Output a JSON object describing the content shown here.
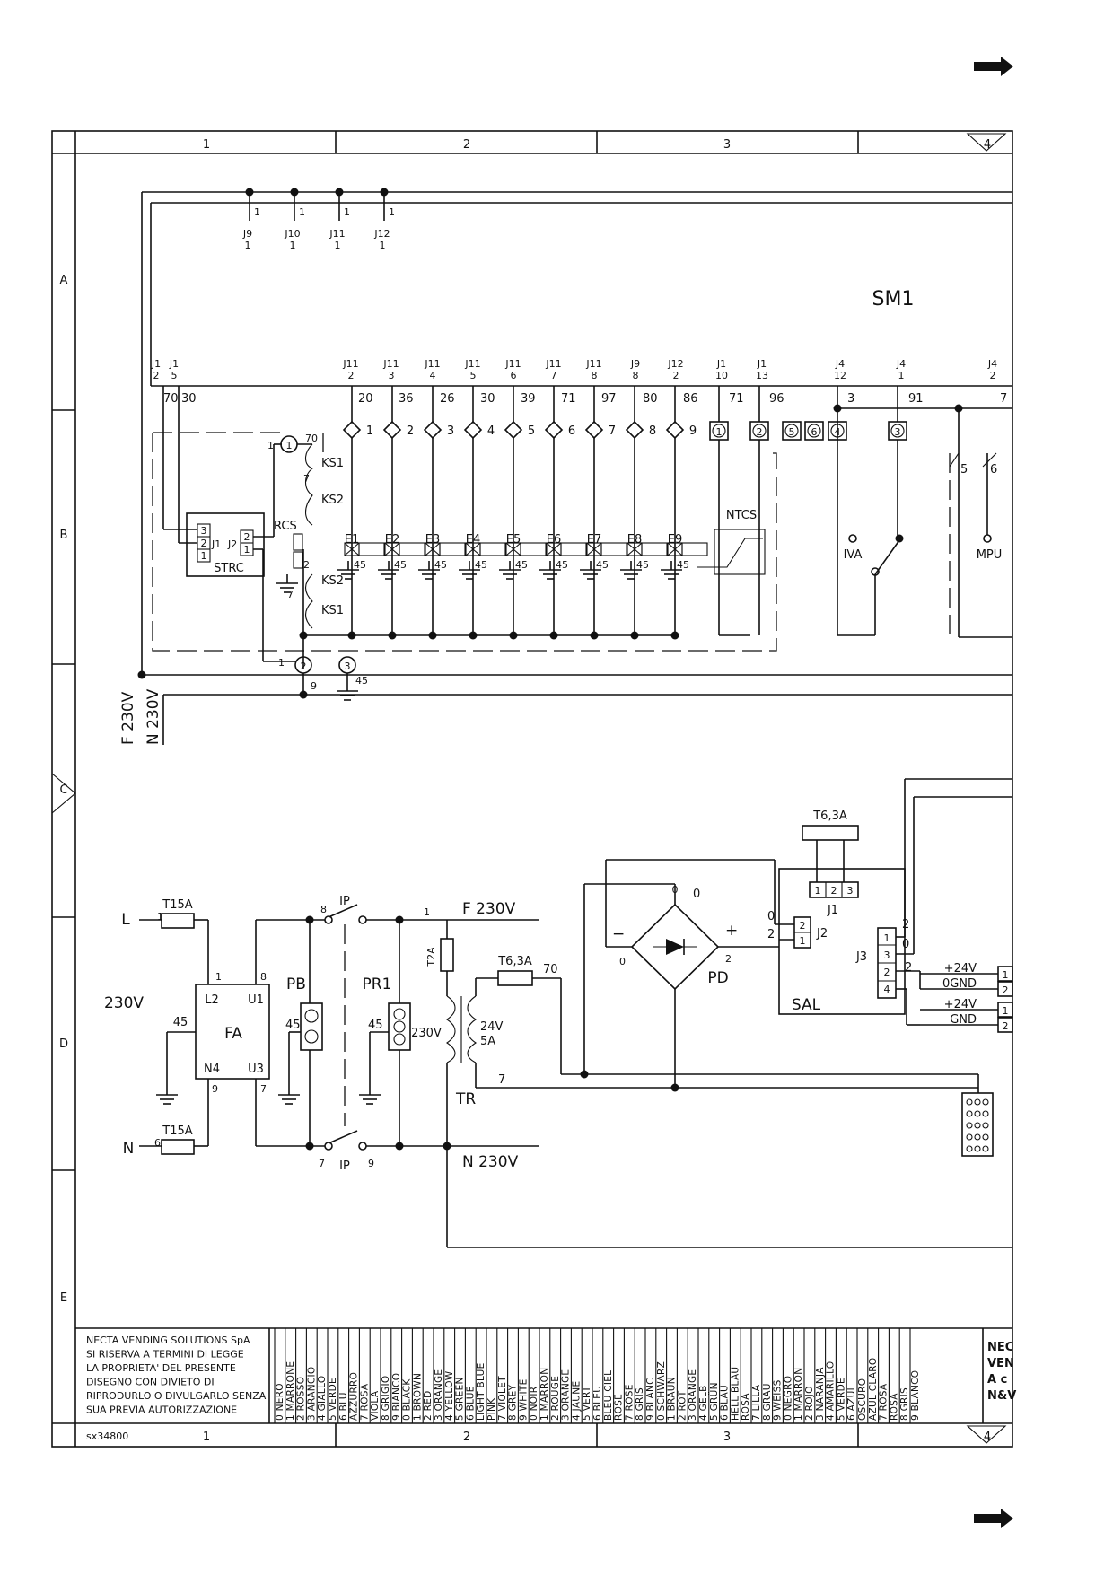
{
  "frame": {
    "columns": [
      "1",
      "2",
      "3",
      "4"
    ],
    "rows": [
      "A",
      "B",
      "C",
      "D",
      "E"
    ],
    "drawing_number": "sx34800"
  },
  "board_upper": {
    "name": "SM1",
    "top_connectors": [
      {
        "name": "J9",
        "pin_top": "1",
        "pin_bottom": "1"
      },
      {
        "name": "J10",
        "pin_top": "1",
        "pin_bottom": "1"
      },
      {
        "name": "J11",
        "pin_top": "1",
        "pin_bottom": "1"
      },
      {
        "name": "J12",
        "pin_top": "1",
        "pin_bottom": "1"
      }
    ],
    "bottom_connectors": [
      {
        "name": "J1",
        "pin": "2",
        "wire": "70"
      },
      {
        "name": "J1",
        "pin": "5",
        "wire": "30"
      },
      {
        "name": "J11",
        "pin": "2",
        "wire": "20"
      },
      {
        "name": "J11",
        "pin": "3",
        "wire": "36"
      },
      {
        "name": "J11",
        "pin": "4",
        "wire": "26"
      },
      {
        "name": "J11",
        "pin": "5",
        "wire": "30"
      },
      {
        "name": "J11",
        "pin": "6",
        "wire": "39"
      },
      {
        "name": "J11",
        "pin": "7",
        "wire": "71"
      },
      {
        "name": "J11",
        "pin": "8",
        "wire": "97"
      },
      {
        "name": "J9",
        "pin": "8",
        "wire": "80"
      },
      {
        "name": "J12",
        "pin": "2",
        "wire": "86"
      },
      {
        "name": "J1",
        "pin": "10",
        "wire": "71"
      },
      {
        "name": "J1",
        "pin": "13",
        "wire": "96"
      },
      {
        "name": "J4",
        "pin": "12",
        "wire": "3"
      },
      {
        "name": "J4",
        "pin": "1",
        "wire": "91"
      },
      {
        "name": "J4",
        "pin": "2",
        "wire": "7"
      }
    ],
    "terminal_numbers": [
      "1",
      "2",
      "3",
      "4",
      "5",
      "6",
      "7",
      "8",
      "9"
    ],
    "square_terminals": [
      "1",
      "2",
      "5",
      "6",
      "4",
      "3"
    ],
    "valves": [
      {
        "name": "E1",
        "ground": "45"
      },
      {
        "name": "E2",
        "ground": "45"
      },
      {
        "name": "E3",
        "ground": "45"
      },
      {
        "name": "E4",
        "ground": "45"
      },
      {
        "name": "E5",
        "ground": "45"
      },
      {
        "name": "E6",
        "ground": "45"
      },
      {
        "name": "E7",
        "ground": "45"
      },
      {
        "name": "E8",
        "ground": "45"
      },
      {
        "name": "E9",
        "ground": "45"
      }
    ],
    "labels": {
      "ks1": "KS1",
      "ks2": "KS2",
      "ks2b": "KS2",
      "ks1b": "KS1",
      "rcs": "RCS",
      "strc": "STRC",
      "j1": "J1",
      "j2": "J2",
      "ntcs": "NTCS",
      "iva": "IVA",
      "mpu": "MPU",
      "switch_a": "5",
      "switch_b": "6",
      "rcs_pin_top": "1",
      "rcs_wire_top": "70",
      "ks_pin_7a": "7",
      "ks_pin_7b": "7",
      "ks_pin_2": "2",
      "bottom_term_1": "1",
      "bottom_term_2": "2",
      "bottom_term_3": "3",
      "bottom_wire_9": "9",
      "bottom_wire_45": "45",
      "strc_pins": [
        "3",
        "2",
        "1"
      ],
      "j2_pins": [
        "2",
        "1"
      ]
    },
    "supply_f": "F 230V",
    "supply_n": "N 230V"
  },
  "power": {
    "line_l": "L",
    "line_n": "N",
    "l_pin": "1",
    "n_pin": "6",
    "fuse_l": "T15A",
    "fuse_n": "T15A",
    "mains": "230V",
    "filter": {
      "name": "FA",
      "l2": "L2",
      "u1": "U1",
      "n4": "N4",
      "u3": "U3",
      "pin1": "1",
      "pin8": "8",
      "pin9": "9",
      "pin7": "7",
      "ground": "45"
    },
    "pb": "PB",
    "pb_ground": "45",
    "ip_top": "IP",
    "ip_bottom": "IP",
    "ip_pins": {
      "top_left": "8",
      "top_right": "1",
      "bottom_left": "7",
      "bottom_right": "9"
    },
    "pr1": "PR1",
    "pr1_ground": "45",
    "f230": "F 230V",
    "n230": "N 230V",
    "t2a": "T2A",
    "t63a_tr": "T6,3A",
    "tr": "TR",
    "tr_primary": "230V",
    "tr_secondary": "24V",
    "tr_current": "5A",
    "wire_70": "70",
    "wire_7": "7",
    "pd": "PD",
    "pd_pins": {
      "zero": "0",
      "two": "2",
      "minus": "−",
      "plus": "+"
    },
    "sal": "SAL",
    "t63a_sal": "T6,3A",
    "sal_j1": "J1",
    "sal_j1_pins": [
      "1",
      "2",
      "3"
    ],
    "sal_j2": "J2",
    "sal_j2_pins": [
      "2",
      "1"
    ],
    "sal_j2_wires": [
      "0",
      "2"
    ],
    "sal_j3": "J3",
    "sal_j3_pins": [
      "1",
      "3",
      "2",
      "4"
    ],
    "sal_j3_wires": [
      "2",
      "0",
      "2"
    ],
    "outputs": [
      {
        "label": "+24V",
        "pin": "1"
      },
      {
        "label": "GND",
        "pin": "2",
        "wire": "0"
      },
      {
        "label": "+24V",
        "pin": "1"
      },
      {
        "label": "GND",
        "pin": "2"
      }
    ]
  },
  "title_block": {
    "notice": [
      "NECTA VENDING SOLUTIONS SpA",
      "SI RISERVA A TERMINI DI LEGGE",
      "LA PROPRIETA' DEL PRESENTE",
      "DISEGNO CON DIVIETO DI",
      "RIPRODURLO O DIVULGARLO SENZA",
      "SUA PREVIA AUTORIZZAZIONE"
    ],
    "company_partial": [
      "NEC",
      "VEN",
      "A c",
      "N&V"
    ],
    "color_legend": [
      [
        "0 NERO",
        "1 MARRONE",
        "2 ROSSO",
        "3 ARANCIO",
        "4 GIALLO",
        "5 VERDE",
        "6 BLU",
        "AZZURRO",
        "7 ROSA",
        "VIOLA",
        "8 GRIGIO",
        "9 BIANCO"
      ],
      [
        "0 BLACK",
        "1 BROWN",
        "2 RED",
        "3 ORANGE",
        "4 YELLOW",
        "5 GREEN",
        "6 BLUE",
        "LIGHT BLUE",
        "PINK",
        "7 VIOLET",
        "8 GREY",
        "9 WHITE"
      ],
      [
        "0 NOIR",
        "1 MARRON",
        "2 ROUGE",
        "3 ORANGE",
        "4 JAUNE",
        "5 VERT",
        "6 BLEU",
        "BLEU CIEL",
        "ROSE",
        "7 ROSE",
        "8 GRIS",
        "9 BLANC"
      ],
      [
        "0 SCHWARZ",
        "1 BRAUN",
        "2 ROT",
        "3 ORANGE",
        "4 GELB",
        "5 GRÜN",
        "6 BLAU",
        "HELL BLAU",
        "ROSA",
        "7 LILLA",
        "8 GRAU",
        "9 WEISS"
      ],
      [
        "0 NEGRO",
        "1 MARRON",
        "2 ROJO",
        "3 NARANJA",
        "4 AMARILLO",
        "5 VERDE",
        "6 AZUL",
        "OSCURO",
        "AZUL CLARO",
        "7 ROSA",
        "ROSA",
        "8 GRIS",
        "9 BLANCO"
      ]
    ]
  }
}
